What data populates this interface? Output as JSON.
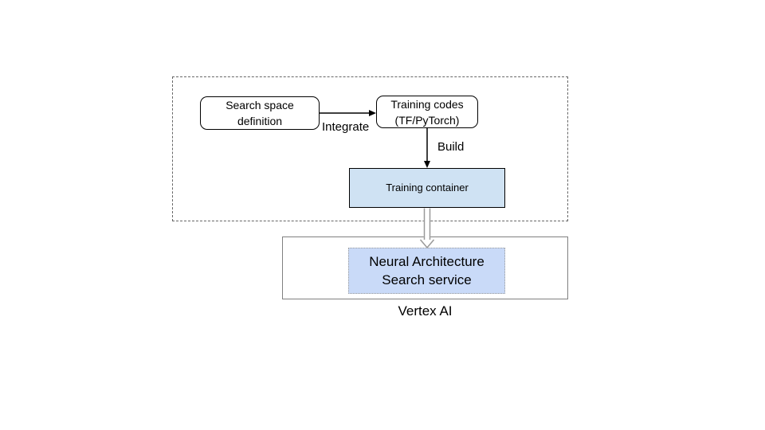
{
  "diagram": {
    "search_space_box": {
      "label": "Search space\ndefinition"
    },
    "training_codes_box": {
      "label": "Training codes\n(TF/PyTorch)"
    },
    "integrate_arrow": {
      "label": "Integrate"
    },
    "build_arrow": {
      "label": "Build"
    },
    "training_container_box": {
      "label": "Training container"
    },
    "nas_service_box": {
      "label": "Neural Architecture\nSearch service"
    },
    "vertex_ai_region": {
      "label": "Vertex AI"
    }
  },
  "colors": {
    "training_container_fill": "#cfe2f3",
    "nas_service_fill": "#c9daf8",
    "box_border": "#000000",
    "dashed_region_border": "#666666",
    "vertex_box_border": "#808080",
    "nas_border": "#9a9a9a",
    "hollow_arrow_stroke": "#999999",
    "arrow_stroke": "#000000"
  }
}
